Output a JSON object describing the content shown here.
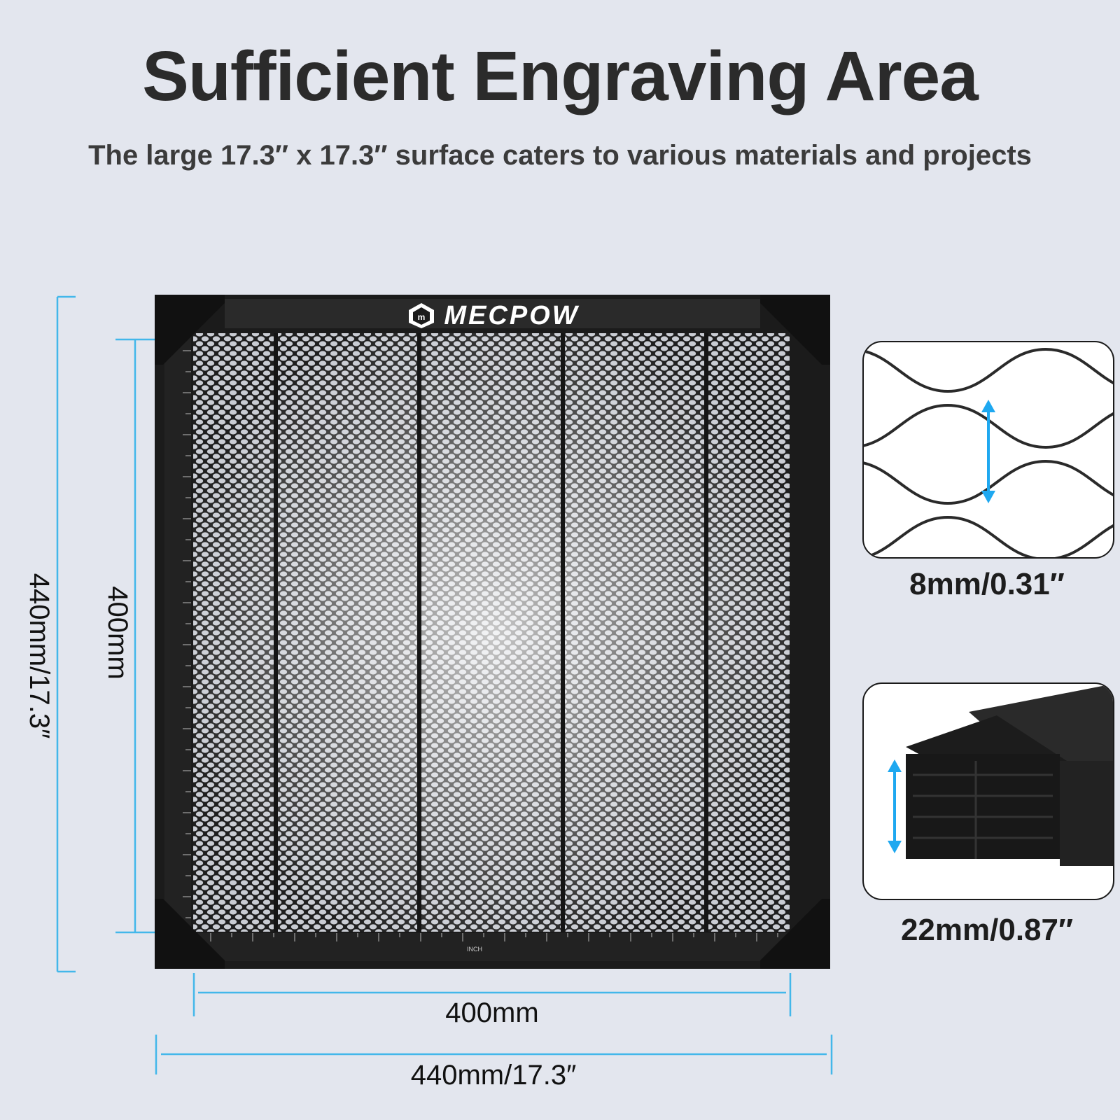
{
  "header": {
    "title": "Sufficient Engraving Area",
    "subtitle": "The large 17.3″ x 17.3″ surface caters to various materials and projects"
  },
  "product": {
    "brand": "MECPOW",
    "ruler_unit_label": "INCH"
  },
  "dimensions": {
    "outer_height": "440mm/17.3″",
    "inner_height": "400mm",
    "inner_width": "400mm",
    "outer_width": "440mm/17.3″"
  },
  "details": {
    "cell_size": "8mm/0.31″",
    "height": "22mm/0.87″"
  },
  "colors": {
    "background": "#e3e6ee",
    "accent": "#1ea8f0",
    "dimension_line": "#43b7ea",
    "frame": "#1b1b1b"
  },
  "icons": [
    "mecpow-logo-icon",
    "double-arrow-icon"
  ]
}
